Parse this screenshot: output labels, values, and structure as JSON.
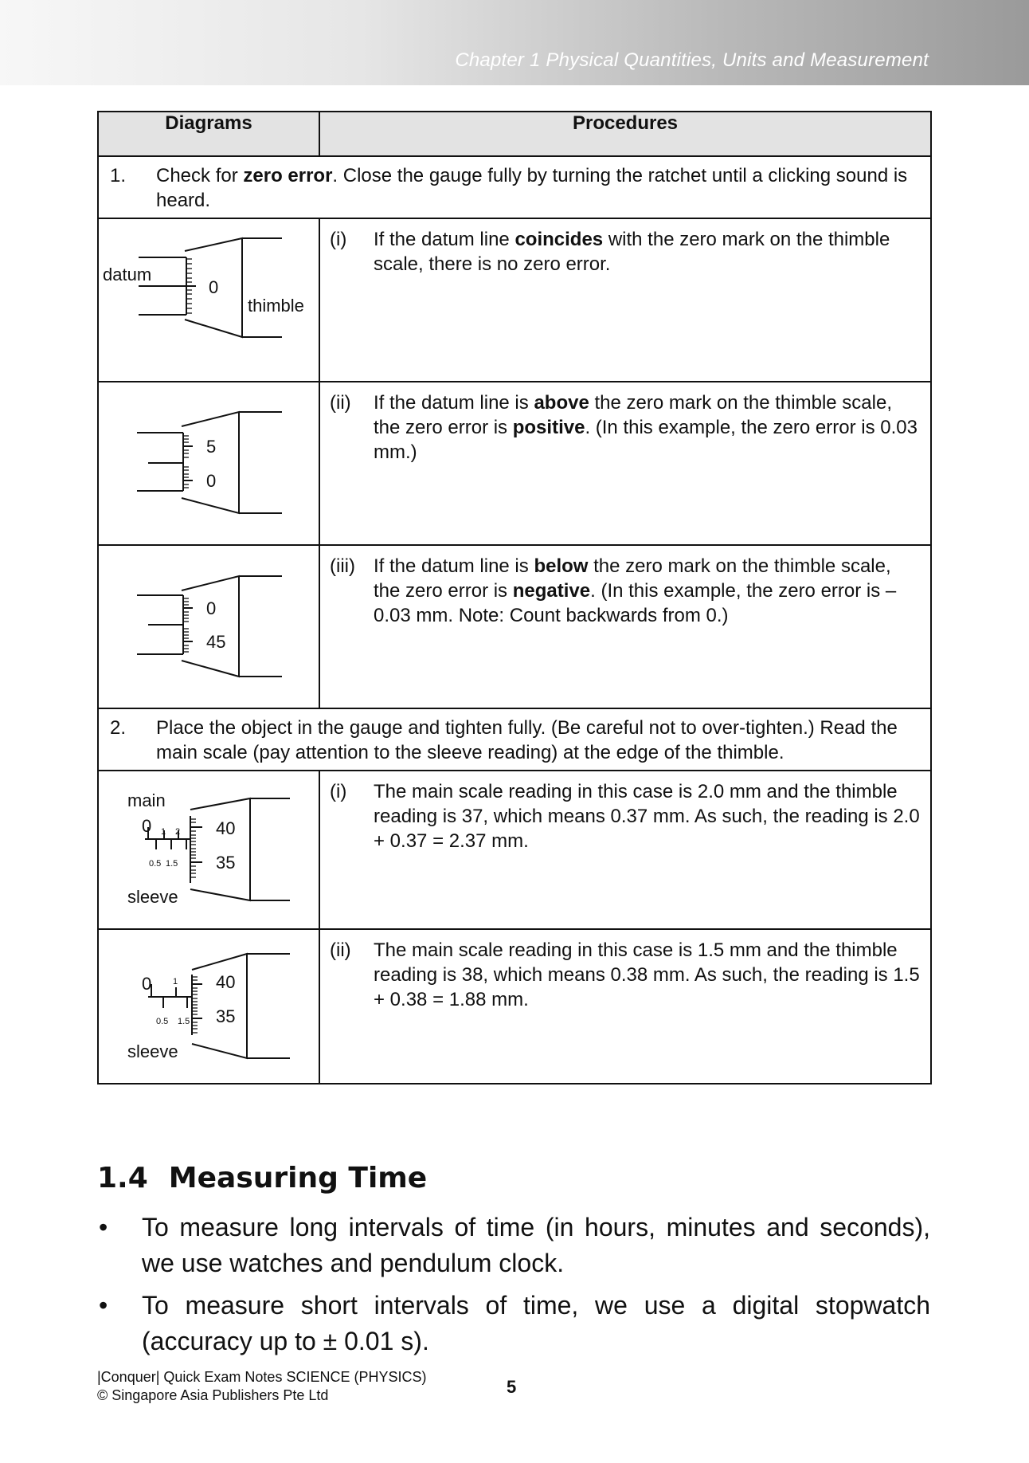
{
  "header": {
    "chapter_title": "Chapter 1  Physical Quantities, Units and Measurement"
  },
  "table": {
    "col_diagrams": "Diagrams",
    "col_procedures": "Procedures",
    "step1": {
      "num": "1.",
      "pre": "Check for ",
      "bold": "zero error",
      "post": ". Close the gauge fully by turning the ratchet until a clicking sound is heard."
    },
    "step1_items": [
      {
        "roman": "(i)",
        "pre": "If the datum line ",
        "bold1": "coincides",
        "mid": " with the zero mark on the thimble scale, there is no zero error.",
        "bold2": "",
        "post": "",
        "diagram": {
          "label_datum": "datum",
          "label_thimble": "thimble",
          "scale_top": "0",
          "scale_bottom": ""
        }
      },
      {
        "roman": "(ii)",
        "pre": "If the datum line is ",
        "bold1": "above",
        "mid": " the zero mark on the thimble scale, the zero error is ",
        "bold2": "positive",
        "post": ". (In this example, the zero error is 0.03 mm.)",
        "diagram": {
          "scale_top": "5",
          "scale_bottom": "0"
        }
      },
      {
        "roman": "(iii)",
        "pre": "If the datum line is ",
        "bold1": "below",
        "mid": " the zero mark on the thimble scale, the zero error is ",
        "bold2": "negative",
        "post": ". (In this example, the zero error is –0.03 mm. Note: Count backwards from 0.)",
        "diagram": {
          "scale_top": "0",
          "scale_bottom": "45"
        }
      }
    ],
    "step2": {
      "num": "2.",
      "text": "Place the object in the gauge and tighten fully. (Be careful not to over-tighten.) Read the main scale (pay attention to the sleeve reading) at the edge of the thimble."
    },
    "step2_items": [
      {
        "roman": "(i)",
        "text": "The main scale reading in this case is 2.0 mm and the thimble reading is 37, which means 0.37 mm. As such, the reading is 2.0 + 0.37 = 2.37 mm.",
        "diagram": {
          "label_main": "main",
          "label_sleeve": "sleeve",
          "main_ticks": [
            "0",
            "1",
            "2"
          ],
          "half_ticks": [
            "0.5",
            "1.5"
          ],
          "thimble_top": "40",
          "thimble_bottom": "35"
        }
      },
      {
        "roman": "(ii)",
        "text": "The main scale reading in this case is 1.5 mm and the thimble reading is 38, which means 0.38 mm. As such, the reading is 1.5 + 0.38 = 1.88 mm.",
        "diagram": {
          "label_sleeve": "sleeve",
          "main_ticks": [
            "0",
            "1"
          ],
          "half_ticks": [
            "0.5",
            "1.5"
          ],
          "thimble_top": "40",
          "thimble_bottom": "35"
        }
      }
    ]
  },
  "section": {
    "number": "1.4",
    "title": "Measuring Time",
    "bullets": [
      {
        "symbol": "•",
        "text": "To measure long intervals of time (in hours, minutes and seconds), we use watches and pendulum clock."
      },
      {
        "symbol": "•",
        "text": "To measure short intervals of time, we use a digital stopwatch (accuracy up to ± 0.01 s)."
      }
    ]
  },
  "footer": {
    "line1": "|Conquer| Quick Exam Notes SCIENCE (PHYSICS)",
    "line2": "© Singapore Asia Publishers Pte Ltd",
    "page_number": "5"
  }
}
